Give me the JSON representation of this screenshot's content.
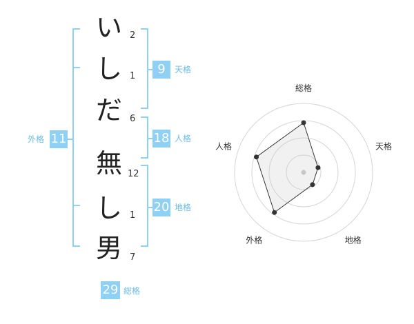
{
  "name": {
    "characters": [
      {
        "char": "い",
        "strokes": "2"
      },
      {
        "char": "し",
        "strokes": "1"
      },
      {
        "char": "だ",
        "strokes": "6"
      },
      {
        "char": "無",
        "strokes": "12"
      },
      {
        "char": "し",
        "strokes": "1"
      },
      {
        "char": "男",
        "strokes": "7"
      }
    ]
  },
  "fortune": {
    "tenkaku": {
      "value": "9",
      "label": "天格"
    },
    "jinkaku": {
      "value": "18",
      "label": "人格"
    },
    "chikaku": {
      "value": "20",
      "label": "地格"
    },
    "gaikaku": {
      "value": "11",
      "label": "外格"
    },
    "soukaku": {
      "value": "29",
      "label": "総格"
    }
  },
  "colors": {
    "accent": "#8fd0f5",
    "label": "#6bbde8",
    "bracket": "#8fd0f5"
  },
  "chart_data": {
    "type": "radar",
    "axes": [
      "総格",
      "天格",
      "地格",
      "外格",
      "人格"
    ],
    "values": [
      0.72,
      0.22,
      0.22,
      0.72,
      0.72
    ],
    "rings": 4,
    "range": [
      0,
      1
    ]
  }
}
